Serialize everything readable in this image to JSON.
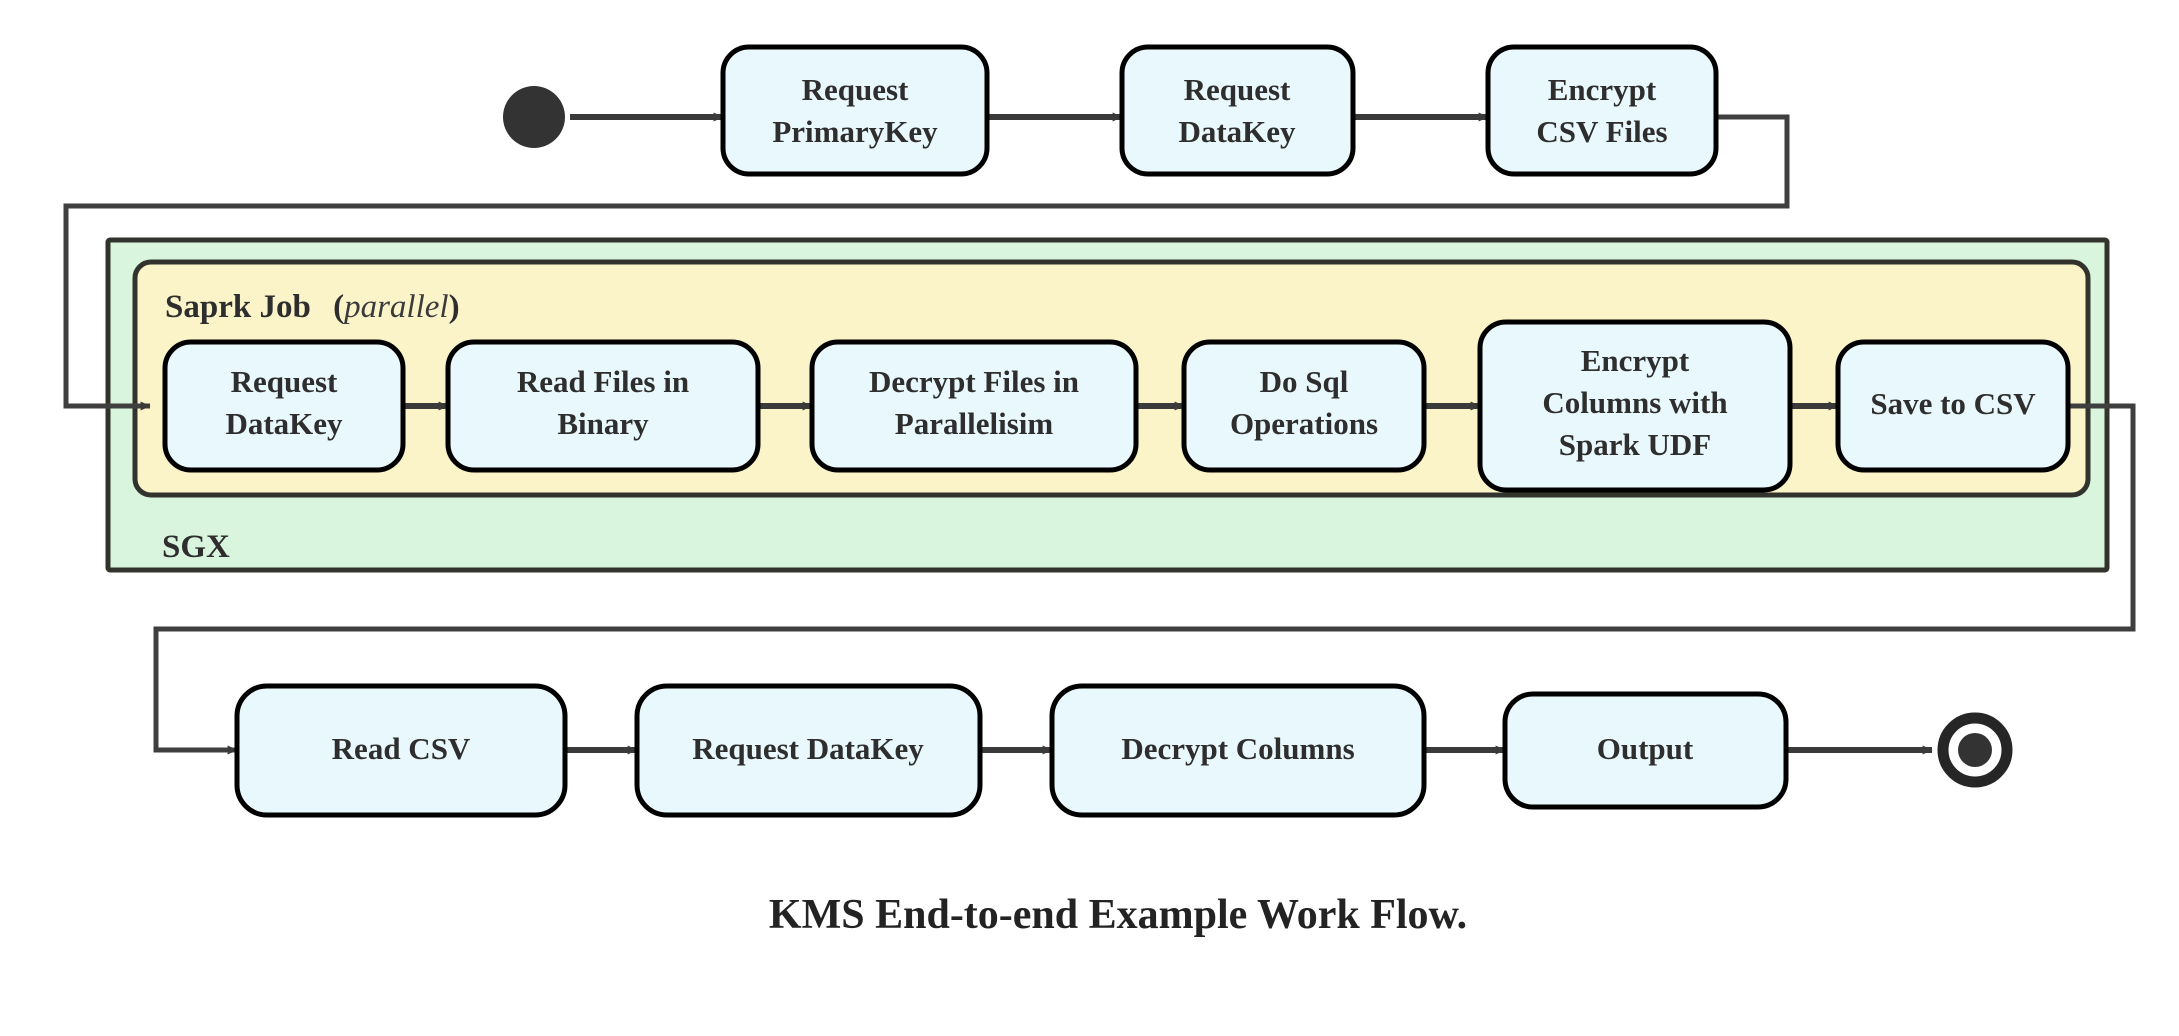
{
  "diagram": {
    "caption": "KMS End-to-end Example Work Flow.",
    "colors": {
      "node_fill": "#e8f8fc",
      "node_stroke": "#000000",
      "sgx_container_fill": "#d9f5de",
      "spark_container_fill": "#fcf4c9",
      "container_stroke": "#33332e",
      "edge": "#3a3a3a",
      "text": "#2e2e2e",
      "background": "#ffffff"
    },
    "start_node": {
      "name": "start-node",
      "shape": "filled-circle"
    },
    "end_node": {
      "name": "end-node",
      "shape": "ring-with-filled-circle"
    },
    "containers": [
      {
        "id": "sgx",
        "label": "SGX",
        "label_position": "bottom-left",
        "fill": "#d9f5de"
      },
      {
        "id": "spark-job",
        "label": "Saprk Job",
        "label_suffix_open": "(",
        "label_suffix_italic": "parallel",
        "label_suffix_close": ")",
        "label_position": "top-left",
        "fill": "#fcf4c9"
      }
    ],
    "rows": [
      {
        "id": "row-top",
        "nodes": [
          {
            "id": "request-primarykey",
            "lines": [
              "Request",
              "PrimaryKey"
            ]
          },
          {
            "id": "request-datakey-top",
            "lines": [
              "Request",
              "DataKey"
            ]
          },
          {
            "id": "encrypt-csv-files",
            "lines": [
              "Encrypt",
              "CSV Files"
            ]
          }
        ]
      },
      {
        "id": "row-spark",
        "nodes": [
          {
            "id": "request-datakey-spark",
            "lines": [
              "Request",
              "DataKey"
            ]
          },
          {
            "id": "read-files-in-binary",
            "lines": [
              "Read Files in",
              "Binary"
            ]
          },
          {
            "id": "decrypt-files-in-parallelisim",
            "lines": [
              "Decrypt Files in",
              "Parallelisim"
            ]
          },
          {
            "id": "do-sql-operations",
            "lines": [
              "Do Sql",
              "Operations"
            ]
          },
          {
            "id": "encrypt-columns-with-spark-udf",
            "lines": [
              "Encrypt",
              "Columns with",
              "Spark UDF"
            ]
          },
          {
            "id": "save-to-csv",
            "lines": [
              "Save to CSV"
            ]
          }
        ]
      },
      {
        "id": "row-bottom",
        "nodes": [
          {
            "id": "read-csv",
            "lines": [
              "Read CSV"
            ]
          },
          {
            "id": "request-datakey-bottom",
            "lines": [
              "Request DataKey"
            ]
          },
          {
            "id": "decrypt-columns",
            "lines": [
              "Decrypt Columns"
            ]
          },
          {
            "id": "output",
            "lines": [
              "Output"
            ]
          }
        ]
      }
    ],
    "edges": [
      {
        "from": "start-node",
        "to": "request-primarykey",
        "type": "straight"
      },
      {
        "from": "request-primarykey",
        "to": "request-datakey-top",
        "type": "straight"
      },
      {
        "from": "request-datakey-top",
        "to": "encrypt-csv-files",
        "type": "straight"
      },
      {
        "from": "encrypt-csv-files",
        "to": "request-datakey-spark",
        "type": "orthogonal-wrap"
      },
      {
        "from": "request-datakey-spark",
        "to": "read-files-in-binary",
        "type": "straight"
      },
      {
        "from": "read-files-in-binary",
        "to": "decrypt-files-in-parallelisim",
        "type": "straight"
      },
      {
        "from": "decrypt-files-in-parallelisim",
        "to": "do-sql-operations",
        "type": "straight"
      },
      {
        "from": "do-sql-operations",
        "to": "encrypt-columns-with-spark-udf",
        "type": "straight"
      },
      {
        "from": "encrypt-columns-with-spark-udf",
        "to": "save-to-csv",
        "type": "straight"
      },
      {
        "from": "save-to-csv",
        "to": "read-csv",
        "type": "orthogonal-wrap"
      },
      {
        "from": "read-csv",
        "to": "request-datakey-bottom",
        "type": "straight"
      },
      {
        "from": "request-datakey-bottom",
        "to": "decrypt-columns",
        "type": "straight"
      },
      {
        "from": "decrypt-columns",
        "to": "output",
        "type": "straight"
      },
      {
        "from": "output",
        "to": "end-node",
        "type": "straight"
      }
    ]
  }
}
